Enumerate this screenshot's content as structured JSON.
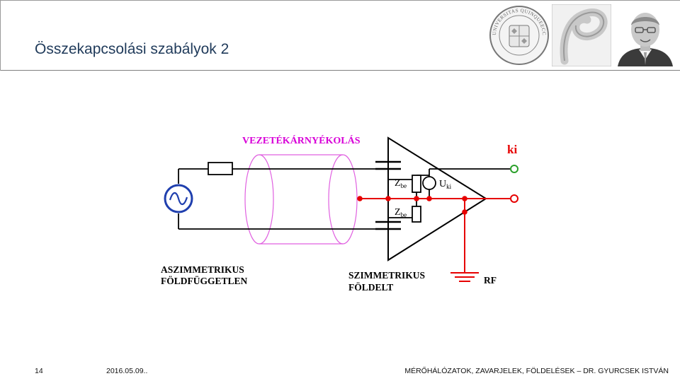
{
  "slide": {
    "title": "Összekapcsolási szabályok 2"
  },
  "header": {
    "logos": [
      "university-seal-logo",
      "faculty-p-logo",
      "presenter-portrait"
    ],
    "seal_text": "UNIVERSITAS QUINQUEECCLESIENSIS"
  },
  "diagram": {
    "shield_label": "VEZETÉKÁRNYÉKOLÁS",
    "output_label": "ki",
    "zbe_main": "Z",
    "zbe_sub": "be",
    "uki_main": "U",
    "uki_sub": "ki",
    "left_label_line1": "ASZIMMETRIKUS",
    "left_label_line2": "FÖLDFÜGGETLEN",
    "center_label_line1": "SZIMMETRIKUS",
    "center_label_line2": "FÖLDELT",
    "ground_label": "RF",
    "colors": {
      "wire": "#000000",
      "ground_net": "#e60000",
      "shield": "#e060e0",
      "source": "#1f3fae",
      "terminal_ki": "#2aa02a",
      "terminal_ref": "#e60000"
    }
  },
  "footer": {
    "page_number": "14",
    "date": "2016.05.09..",
    "course": "MÉRŐHÁLÓZATOK, ZAVARJELEK, FÖLDELÉSEK",
    "dash": "–",
    "author": "DR. GYURCSEK ISTVÁN"
  }
}
